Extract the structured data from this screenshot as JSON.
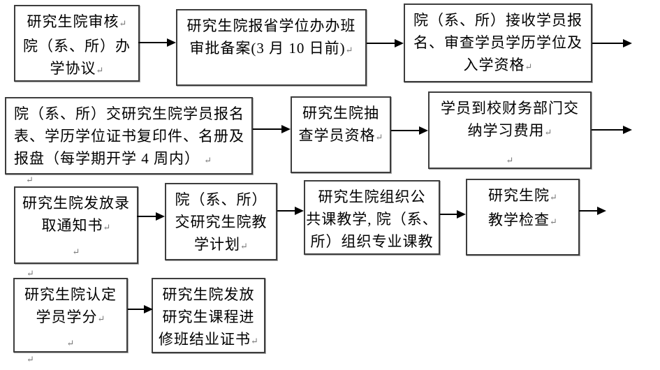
{
  "page": {
    "background": "#ffffff",
    "box_border_color": "#3d3d3d",
    "box_shadow_color": "#a9a9a9",
    "text_color": "#000000",
    "arrow_color": "#000000",
    "return_mark_color": "#7a7a7a",
    "return_mark_glyph": "↵"
  },
  "flowchart": {
    "boxes": [
      {
        "id": "r1b1",
        "lines": [
          "研究生院审核↵",
          "院（系、所）办",
          "学协议↵"
        ]
      },
      {
        "id": "r1b2",
        "lines": [
          "研究生院报省学位办办班",
          "审批备案(3 月 10 日前)↵"
        ]
      },
      {
        "id": "r1b3",
        "lines": [
          "院（系、所）接收学员报",
          "名、审查学员学历学位及",
          "入学资格↵"
        ]
      },
      {
        "id": "r2b1",
        "lines": [
          "院（系、所）交研究生院学员报名",
          "表、学历学位证书复印件、名册及",
          "报盘（每学期开学 4 周内） ↵"
        ]
      },
      {
        "id": "r2b2",
        "lines": [
          "研究生院抽",
          "查学员资格↵"
        ]
      },
      {
        "id": "r2b3",
        "lines": [
          "学员到校财务部门交",
          "纳学习费用↵",
          "↵"
        ]
      },
      {
        "id": "r3b1",
        "lines": [
          "研究生院发放录",
          "取通知书↵",
          "↵"
        ]
      },
      {
        "id": "r3b2",
        "lines": [
          "院（系、所）",
          "交研究生院教",
          "学计划↵"
        ]
      },
      {
        "id": "r3b3",
        "lines": [
          "研究生院组织公",
          "共课教学, 院（系、",
          "所）组织专业课教"
        ]
      },
      {
        "id": "r3b4",
        "lines": [
          "研究生院↵",
          "教学检查↵"
        ]
      },
      {
        "id": "r4b1",
        "lines": [
          "研究生院认定",
          "学员学分↵",
          "↵"
        ]
      },
      {
        "id": "r4b2",
        "lines": [
          "研究生院发放",
          "研究生课程进",
          "修班结业证书↵"
        ]
      }
    ],
    "stray_marks": [
      "↵",
      "↵",
      "↵"
    ]
  }
}
